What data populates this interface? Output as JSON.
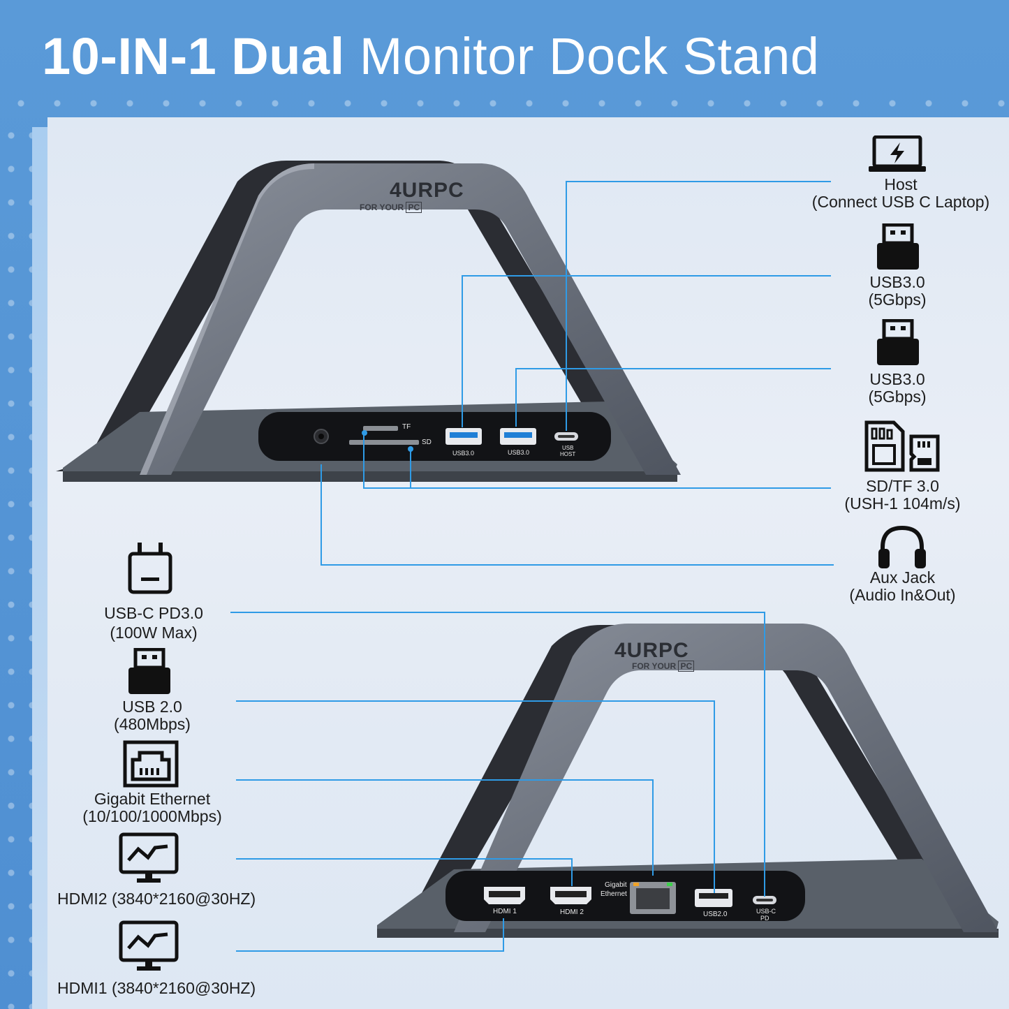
{
  "title": {
    "bold": "10-IN-1 Dual",
    "light": "Monitor Dock Stand"
  },
  "brand": {
    "logo": "4URPC",
    "tagline": "FOR YOUR",
    "tag_box": "PC"
  },
  "right_labels": [
    {
      "line1": "Host",
      "line2": "(Connect USB C Laptop)"
    },
    {
      "line1": "USB3.0",
      "line2": "(5Gbps)"
    },
    {
      "line1": "USB3.0",
      "line2": "(5Gbps)"
    },
    {
      "line1": "SD/TF 3.0",
      "line2": "(USH-1 104m/s)"
    },
    {
      "line1": "Aux Jack",
      "line2": "(Audio In&Out)"
    }
  ],
  "left_labels": [
    {
      "line1": "USB-C PD3.0",
      "line2": "(100W Max)"
    },
    {
      "line1": "USB 2.0",
      "line2": "(480Mbps)"
    },
    {
      "line1": "Gigabit Ethernet",
      "line2": "(10/100/1000Mbps)"
    },
    {
      "line1": "HDMI2 (3840*2160@30HZ)"
    },
    {
      "line1": "HDMI1 (3840*2160@30HZ)"
    }
  ],
  "top_ports": {
    "tf": "TF",
    "sd": "SD",
    "usb_a": "USB3.0",
    "usb_b": "USB3.0",
    "host1": "USB",
    "host2": "HOST"
  },
  "bottom_ports": {
    "hdmi1": "HDMI 1",
    "hdmi2": "HDMI 2",
    "eth1": "Gigabit",
    "eth2": "Ethernet",
    "usb2": "USB2.0",
    "pd1": "USB-C",
    "pd2": "PD"
  },
  "colors": {
    "accent_line": "#2f9be6",
    "title_bg": "#5a9ad8",
    "panel": "#e4ebf4",
    "stand": "#6c7280",
    "dock": "#121316"
  },
  "icons": [
    "laptop-charging-icon",
    "usb-plug-icon",
    "sd-card-icon",
    "tf-card-icon",
    "headphones-icon",
    "power-adapter-icon",
    "ethernet-port-icon",
    "monitor-icon"
  ]
}
